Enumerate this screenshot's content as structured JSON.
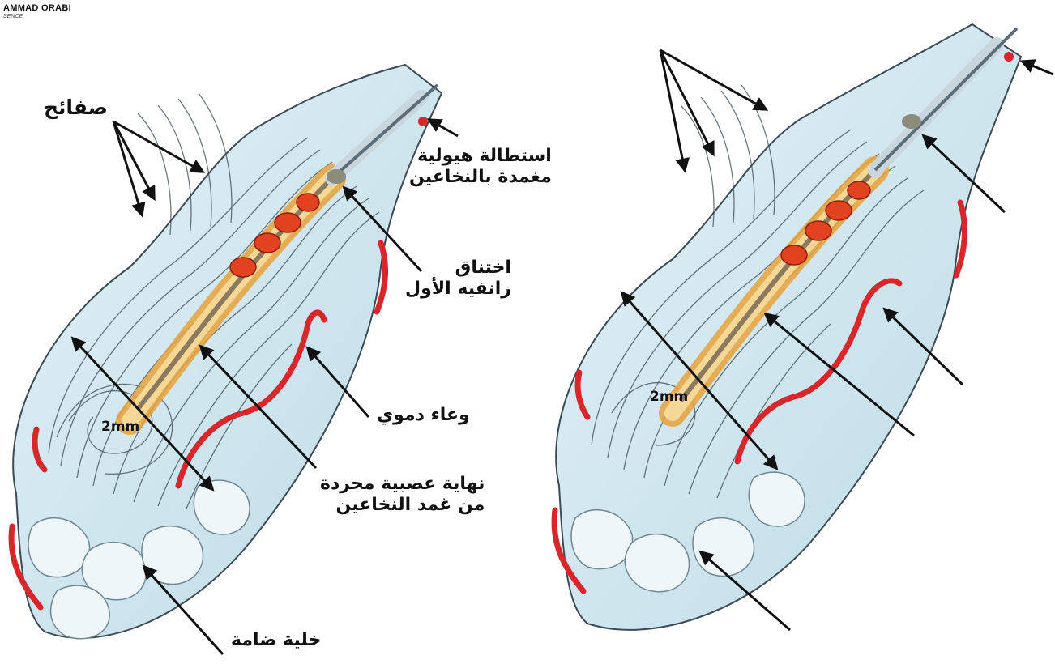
{
  "author_tag": {
    "name": "AMMAD ORABI",
    "subtitle": "SENCE"
  },
  "left_figure": {
    "labels": {
      "lamellae": "صفائح",
      "hyaline_process_line1": "استطالة هيولية",
      "hyaline_process_line2": "مغمدة بالنخاعين",
      "node_ranvier_line1": "اختناق",
      "node_ranvier_line2": "رانفيه الأول",
      "blood_vessel": "وعاء دموي",
      "nerve_ending_line1": "نهاية عصبية مجردة",
      "nerve_ending_line2": "من غمد النخاعين",
      "adipocyte": "خلية ضامة"
    },
    "scale_label": "2mm"
  },
  "right_figure": {
    "scale_label": "2mm"
  },
  "colors": {
    "tissue": "#cfe6ef",
    "lines": "#3b4a55",
    "vessel": "#d8262b",
    "fiber": "#f0c070",
    "core": "#e8a23a"
  }
}
